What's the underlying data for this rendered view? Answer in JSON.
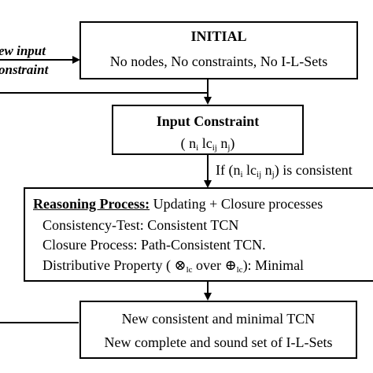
{
  "side_label": {
    "line1": "ew input",
    "line2": "onstraint"
  },
  "initial": {
    "title": "INITIAL",
    "body": "No nodes, No constraints, No I-L-Sets"
  },
  "input_constraint": {
    "title": "Input Constraint",
    "formula": {
      "open": "( n",
      "i": "i",
      "mid1": " lc",
      "ij": "ij",
      "mid2": " n",
      "j": "j",
      "close": ")"
    }
  },
  "condition": {
    "prefix": "If (n",
    "i": "i",
    "mid1": " lc",
    "ij": "ij",
    "mid2": " n",
    "j": "j",
    "suffix": ") is consistent"
  },
  "reasoning": {
    "title": "Reasoning Process:",
    "title_rest": " Updating + Closure  processes",
    "line1": "Consistency-Test:  Consistent TCN",
    "line2": "Closure Process:  Path-Consistent TCN.",
    "line3_prefix": "Distributive Property ( ",
    "otimes": "⊗",
    "sub_lc1": "lc",
    "line3_mid": " over ",
    "oplus": "⊕",
    "sub_lc2": "lc",
    "line3_suffix": "):  Minimal"
  },
  "result": {
    "line1": "New consistent and minimal TCN",
    "line2": "New complete and sound set of I-L-Sets"
  }
}
